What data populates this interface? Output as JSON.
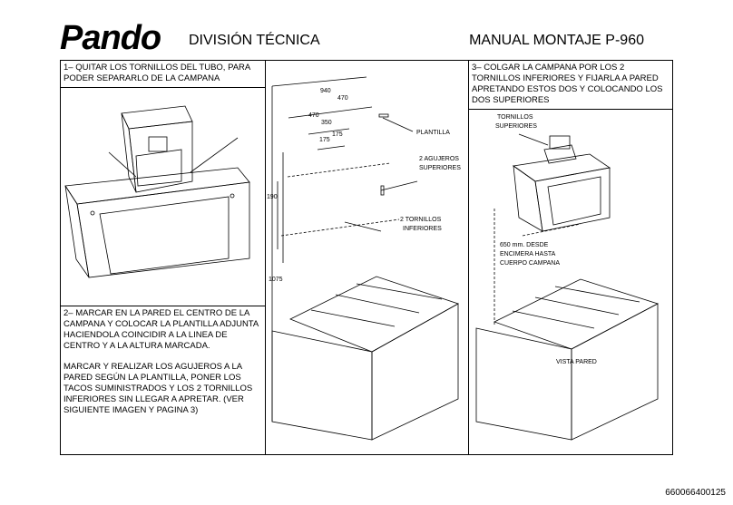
{
  "header": {
    "brand": "Pando",
    "division": "DIVISIÓN TÉCNICA",
    "manual": "MANUAL MONTAJE P-960"
  },
  "steps": {
    "step1": "1– QUITAR LOS TORNILLOS DEL TUBO, PARA PODER SEPARARLO DE LA CAMPANA",
    "step2a": "2– MARCAR EN LA PARED EL CENTRO DE LA CAMPANA Y COLOCAR LA PLANTILLA ADJUNTA HACIENDOLA COINCIDIR A LA LINEA DE CENTRO Y A LA ALTURA MARCADA.",
    "step2b": "MARCAR Y REALIZAR LOS AGUJEROS A LA PARED SEGÚN LA PLANTILLA, PONER LOS TACOS SUMINISTRADOS Y LOS 2 TORNILLOS INFERIORES SIN LLEGAR A APRETAR. (VER SIGUIENTE IMAGEN Y PAGINA 3)",
    "step3": "3– COLGAR LA CAMPANA POR LOS 2 TORNILLOS INFERIORES Y FIJARLA A PARED APRETANDO ESTOS DOS Y COLOCANDO LOS DOS SUPERIORES"
  },
  "diagram_labels": {
    "d940": "940",
    "d470a": "470",
    "d470b": "470",
    "d350": "350",
    "d175a": "175",
    "d175b": "175",
    "d190": "190",
    "d1075": "1075",
    "plantilla": "PLANTILLA",
    "agujeros_1": "2 AGUJEROS",
    "agujeros_2": "SUPERIORES",
    "tornillos_inf_1": "2 TORNILLOS",
    "tornillos_inf_2": "INFERIORES",
    "tornillos_sup_1": "TORNILLOS",
    "tornillos_sup_2": "SUPERIORES",
    "desde_1": "650 mm. DESDE",
    "desde_2": "ENCIMERA HASTA",
    "desde_3": "CUERPO CAMPANA",
    "vista_pared": "VISTA PARED"
  },
  "footer": {
    "code": "660066400125"
  }
}
